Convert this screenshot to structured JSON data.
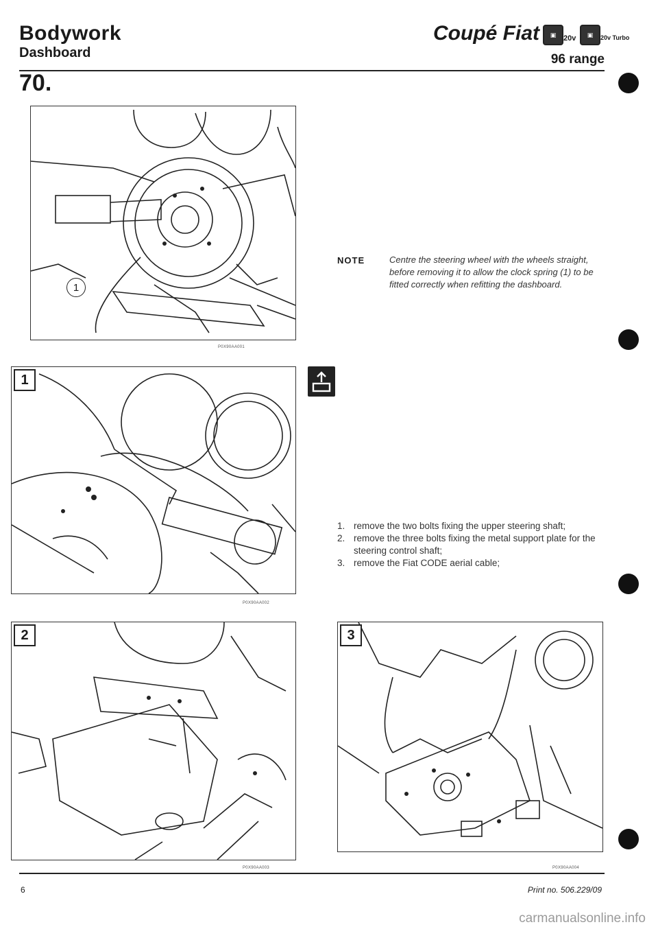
{
  "header": {
    "section": "Bodywork",
    "subsection": "Dashboard",
    "brand": "Coupé Fiat",
    "engine_badge_1": "20v",
    "engine_badge_2": "20v Turbo",
    "range": "96 range",
    "section_number": "70."
  },
  "figures": [
    {
      "id": "main",
      "label": "",
      "callout": "1",
      "code": "P0X90AA001"
    },
    {
      "id": "fig1",
      "label": "1",
      "code": "P0X90AA002"
    },
    {
      "id": "fig2",
      "label": "2",
      "code": "P0X90AA003"
    },
    {
      "id": "fig3",
      "label": "3",
      "code": "P0X90AA004"
    }
  ],
  "note": {
    "label": "NOTE",
    "text": "Centre the steering wheel with the wheels straight, before removing it to allow the clock spring (1) to be fitted correctly when refitting the dashboard."
  },
  "steps": [
    {
      "n": "1.",
      "text": "remove the two bolts fixing the upper steering shaft;"
    },
    {
      "n": "2.",
      "text": "remove the three bolts fixing the metal support plate for the steering control shaft;"
    },
    {
      "n": "3.",
      "text": "remove the Fiat CODE aerial cable;"
    }
  ],
  "footer": {
    "page": "6",
    "print_no": "Print no. 506.229/09"
  },
  "watermark": "carmanualsonline.info"
}
